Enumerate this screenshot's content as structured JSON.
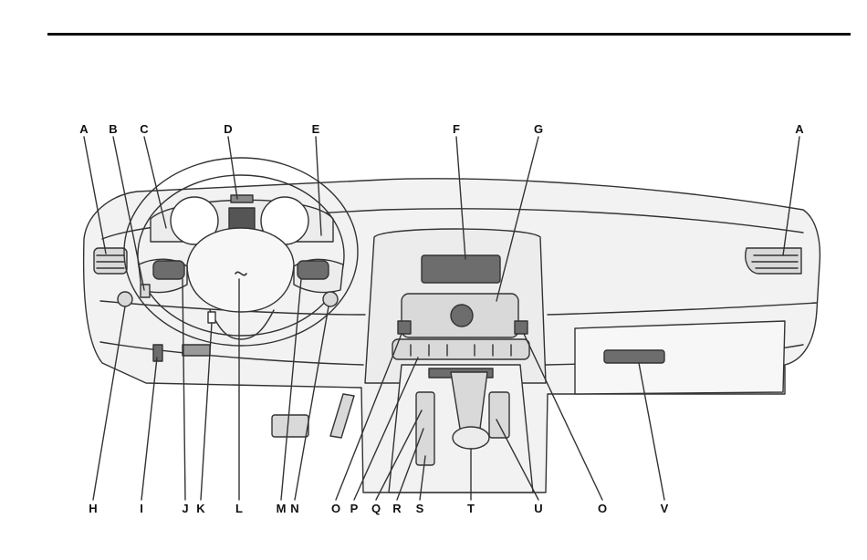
{
  "callouts": {
    "top": [
      {
        "id": "A",
        "text": "A"
      },
      {
        "id": "B",
        "text": "B"
      },
      {
        "id": "C",
        "text": "C"
      },
      {
        "id": "D",
        "text": "D"
      },
      {
        "id": "E",
        "text": "E"
      },
      {
        "id": "F",
        "text": "F"
      },
      {
        "id": "G",
        "text": "G"
      },
      {
        "id": "A2",
        "text": "A"
      }
    ],
    "bottom": [
      {
        "id": "H",
        "text": "H"
      },
      {
        "id": "I",
        "text": "I"
      },
      {
        "id": "J",
        "text": "J"
      },
      {
        "id": "K",
        "text": "K"
      },
      {
        "id": "L",
        "text": "L"
      },
      {
        "id": "M",
        "text": "M"
      },
      {
        "id": "N",
        "text": "N"
      },
      {
        "id": "O",
        "text": "O"
      },
      {
        "id": "P",
        "text": "P"
      },
      {
        "id": "Q",
        "text": "Q"
      },
      {
        "id": "R",
        "text": "R"
      },
      {
        "id": "S",
        "text": "S"
      },
      {
        "id": "T",
        "text": "T"
      },
      {
        "id": "U",
        "text": "U"
      },
      {
        "id": "O2",
        "text": "O"
      },
      {
        "id": "V",
        "text": "V"
      }
    ]
  },
  "colors": {
    "line": "#333333",
    "fill_light": "#f2f2f2",
    "fill_mid": "#d9d9d9",
    "fill_dark": "#6d6d6d"
  }
}
